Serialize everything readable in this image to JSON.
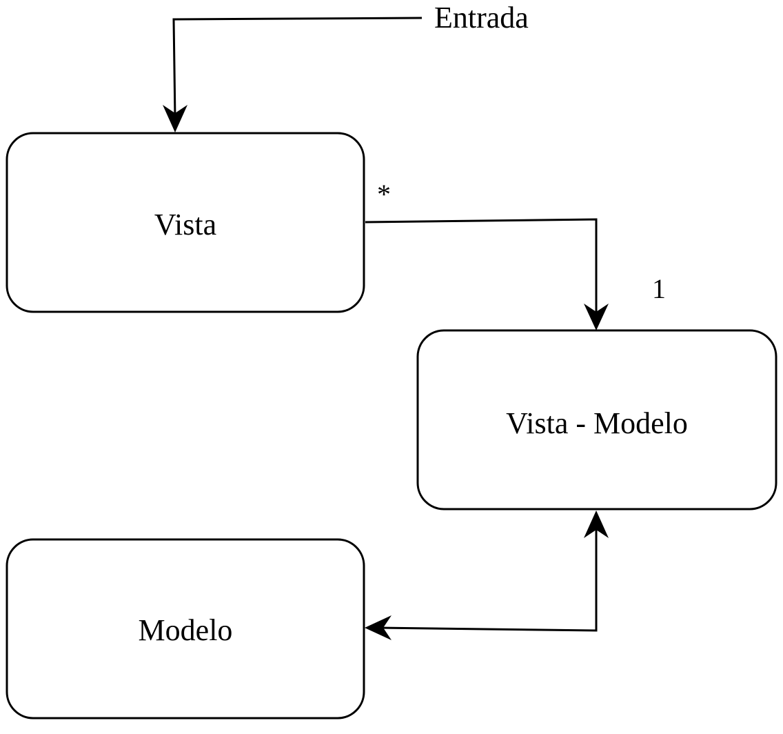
{
  "nodes": {
    "vista": {
      "label": "Vista"
    },
    "vista_modelo": {
      "label": "Vista - Modelo"
    },
    "modelo": {
      "label": "Modelo"
    }
  },
  "entrada": {
    "label": "Entrada"
  },
  "edges": {
    "vista_to_vista_modelo": {
      "source_multiplicity": "*",
      "target_multiplicity": "1"
    }
  },
  "colors": {
    "stroke": "#000000",
    "background": "#ffffff"
  }
}
